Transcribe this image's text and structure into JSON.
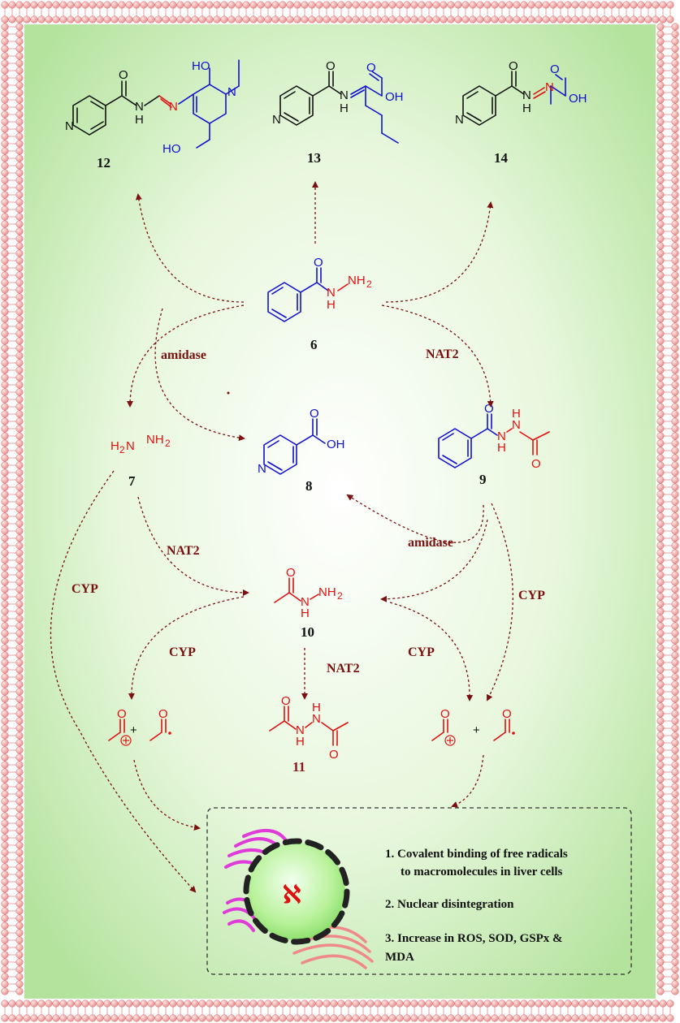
{
  "compounds": {
    "c12": "12",
    "c13": "13",
    "c14": "14",
    "c6": "6",
    "c7": "7",
    "c8": "8",
    "c9": "9",
    "c10": "10",
    "c11": "11"
  },
  "enzymes": {
    "amidase_left": "amidase",
    "nat2_right": "NAT2",
    "nat2_left": "NAT2",
    "amidase_mid": "amidase",
    "cyp_far_left": "CYP",
    "cyp_left": "CYP",
    "cyp_mid": "CYP",
    "cyp_right": "CYP",
    "nat2_mid": "NAT2"
  },
  "atoms": {
    "O": "O",
    "N": "N",
    "H": "H",
    "HO": "HO",
    "OH": "OH",
    "NH2": "NH",
    "sub2": "2",
    "H2N": "H",
    "plus": "+"
  },
  "effects": {
    "e1a": "1. Covalent binding of free radicals",
    "e1b": "to macromolecules in liver cells",
    "e2": "2. Nuclear disintegration",
    "e3a": "3. Increase in ROS, SOD, GSPx &",
    "e3b": "MDA"
  },
  "colors": {
    "frame_bead": "#f4a0a0",
    "background_center": "#ffffff",
    "background_edge": "#b9e6a6",
    "arrow": "#7a1010",
    "blue_structure": "#1010d0",
    "red_structure": "#e01010",
    "nucleus_fill": "#c8f5b0",
    "golgi": "#e03ad8",
    "er": "#f08a8a"
  }
}
